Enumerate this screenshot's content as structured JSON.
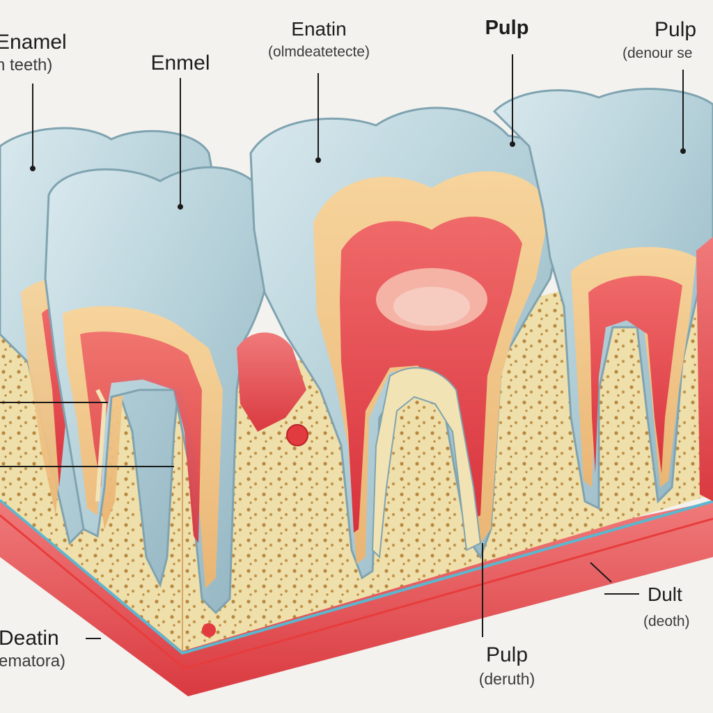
{
  "labels": {
    "enamel_left": {
      "main": "Enamel",
      "sub": "n teeth)"
    },
    "enmel": {
      "main": "Enmel"
    },
    "enatin": {
      "main": "Enatin",
      "sub": "(olmdeatetecte)"
    },
    "pulp_top": {
      "main": "Pulp"
    },
    "pulp_right": {
      "main": "Pulp",
      "sub": "(denour se"
    },
    "deatin": {
      "main": "Deatin",
      "sub": "ematora)"
    },
    "pulp_bottom": {
      "main": "Pulp",
      "sub": "(deruth)"
    },
    "dult": {
      "main": "Dult",
      "sub": "(deoth)"
    }
  },
  "colors": {
    "background": "#f3f2ef",
    "enamel": "#b8d4dc",
    "dentin": "#f2c98f",
    "pulp": "#e8505a",
    "gum": "#e84a4f",
    "bone": "#ecdca8",
    "line": "#1a1a1a"
  }
}
